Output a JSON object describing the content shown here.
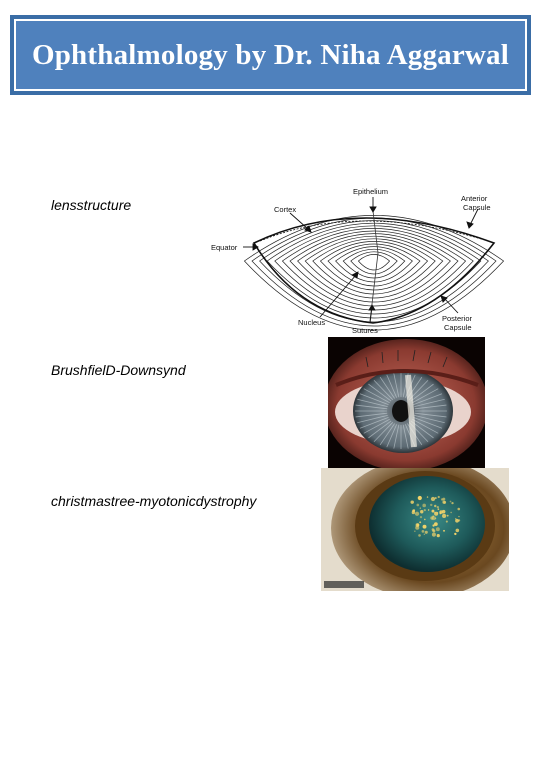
{
  "header": {
    "title": "Ophthalmology by Dr. Niha Aggarwal",
    "bg_color": "#4f81bd",
    "border_color": "#3a6da6"
  },
  "figures": [
    {
      "caption": "lensstructure",
      "labels": {
        "epithelium": "Epithelium",
        "anterior_capsule_1": "Anterior",
        "anterior_capsule_2": "Capsule",
        "cortex": "Cortex",
        "equator": "Equator",
        "nucleus": "Nucleus",
        "sutures": "Sutures",
        "posterior_capsule_1": "Posterior",
        "posterior_capsule_2": "Capsule"
      }
    },
    {
      "caption": "BrushfielD-Downsynd"
    },
    {
      "caption": "christmastree-myotonicdystrophy"
    }
  ]
}
